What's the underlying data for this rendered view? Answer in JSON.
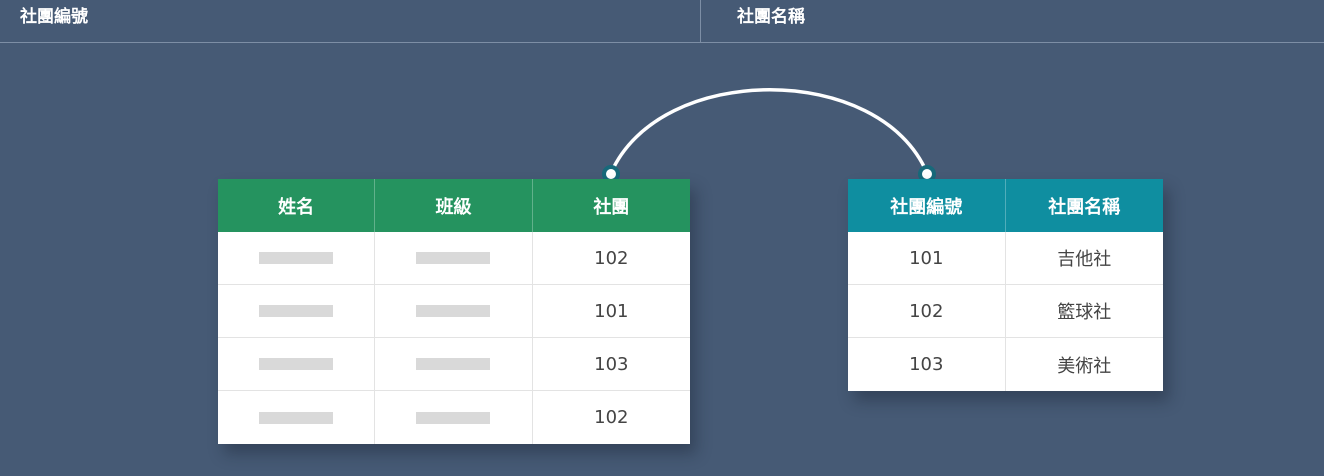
{
  "header": {
    "col1_label": "社團編號",
    "col2_label": "社團名稱"
  },
  "students_table": {
    "columns": [
      "姓名",
      "班級",
      "社團"
    ],
    "rows": [
      {
        "name": "",
        "class": "",
        "club": "102"
      },
      {
        "name": "",
        "class": "",
        "club": "101"
      },
      {
        "name": "",
        "class": "",
        "club": "103"
      },
      {
        "name": "",
        "class": "",
        "club": "102"
      }
    ],
    "header_color": "#25935f"
  },
  "clubs_table": {
    "columns": [
      "社團編號",
      "社團名稱"
    ],
    "rows": [
      {
        "id": "101",
        "name": "吉他社"
      },
      {
        "id": "102",
        "name": "籃球社"
      },
      {
        "id": "103",
        "name": "美術社"
      }
    ],
    "header_color": "#0f8ea0"
  },
  "connector": {
    "from": "students_table.社團",
    "to": "clubs_table.社團編號",
    "color": "#ffffff",
    "endpoint_color": "#17697a"
  },
  "background_color": "#465a75"
}
